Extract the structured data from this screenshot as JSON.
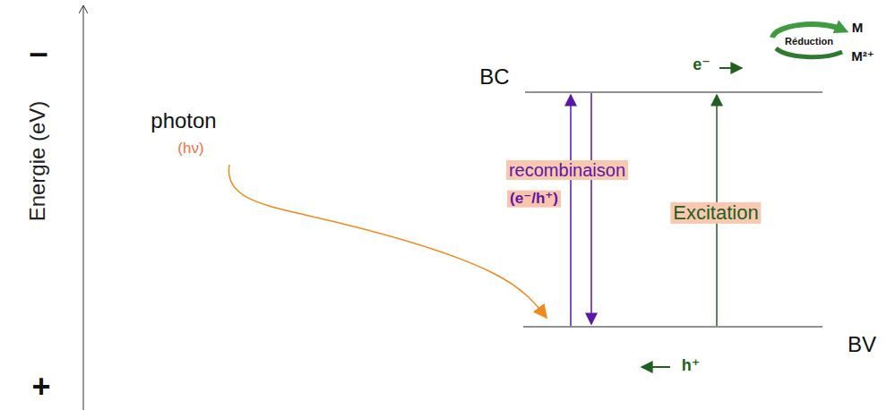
{
  "diagram": {
    "nodes": [
      {
        "text": [
          "recombinaison",
          "(e⁻/h⁺)",
          "Excitation",
          "e⁻",
          "h⁺"
        ]
      }
    ],
    "labels": [
      "–",
      "+",
      "Energie (eV)",
      "photon",
      "(hν)",
      "BC",
      "BV",
      "Réduction",
      "M",
      "M²⁺"
    ]
  }
}
